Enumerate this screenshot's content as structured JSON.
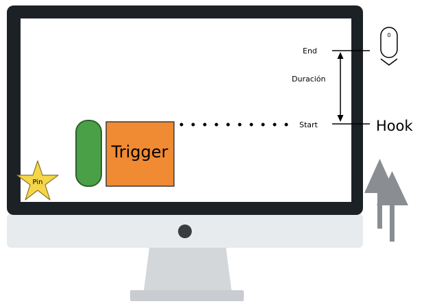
{
  "diagram": {
    "trigger_label": "Trigger",
    "pin_label": "Pin",
    "hook_label": "Hook",
    "end_label": "End",
    "start_label": "Start",
    "duration_label": "Duración",
    "mouse_label": "0"
  },
  "colors": {
    "bezel": "#1c2126",
    "screen": "#ffffff",
    "chin": "#e8ebee",
    "stand": "#d4d7da",
    "camera": "#3a3d40",
    "trigger_fill": "#f08a33",
    "trigger_stroke": "#3a3a3a",
    "pill_fill": "#4aa046",
    "pill_stroke": "#2e5f2c",
    "star_fill": "#f5d64a",
    "star_stroke": "#8a7420",
    "arrow_gray": "#8a8e92",
    "line": "#000000"
  },
  "icons": [
    "mouse-icon",
    "chevron-down-icon",
    "star-pin-icon",
    "up-arrow-icon"
  ]
}
